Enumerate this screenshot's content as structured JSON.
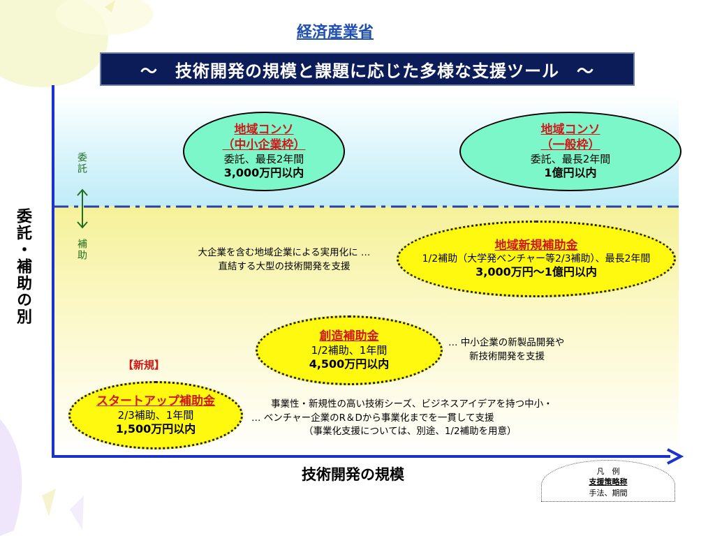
{
  "header": {
    "ministry": "経済産業省",
    "title": "～　技術開発の規模と課題に応じた多様な支援ツール　～"
  },
  "axes": {
    "y_label": "委託・補助の別",
    "y_top": "委託",
    "y_bottom": "補助",
    "x_label": "技術開発の規模"
  },
  "tools": [
    {
      "name": "地域コンソ",
      "sub": "（中小企業枠）",
      "line1": "委託、最長2年間",
      "line2": "3,000万円以内"
    },
    {
      "name": "地域コンソ",
      "sub": "（一般枠）",
      "line1": "委託、最長2年間",
      "line2": "1億円以内"
    },
    {
      "name": "地域新規補助金",
      "line1": "1/2補助（大学発ベンチャー等2/3補助）、最長2年間",
      "line2": "3,000万円～1億円以内"
    },
    {
      "name": "創造補助金",
      "line1": "1/2補助、1年間",
      "line2": "4,500万円以内"
    },
    {
      "name": "スタートアップ補助金",
      "line1": "2/3補助、1年間",
      "line2": "1,500万円以内",
      "tag": "【新規】"
    }
  ],
  "notes": {
    "regional_1": "大企業を含む地域企業による実用化に …",
    "regional_2": "直結する大型の技術開発を支援",
    "creation_1": "… 中小企業の新製品開発や",
    "creation_2": "新技術開発を支援",
    "startup_1": "事業性・新規性の高い技術シーズ、ビジネスアイデアを持つ中小・",
    "startup_2": "… ベンチャー企業のR＆Dから事業化までを一貫して支援",
    "startup_3": "（事業化支援については、別途、1/2補助を用意）"
  },
  "legend": {
    "title": "凡　例",
    "line1": "支援策略称",
    "line2": "手法、期間"
  },
  "colors": {
    "banner": "#0c1c58",
    "axis": "#1a33cc",
    "name_red": "#d01818",
    "ellipse_green": "#7cf7c9",
    "ellipse_yellow": "#fef90f"
  }
}
